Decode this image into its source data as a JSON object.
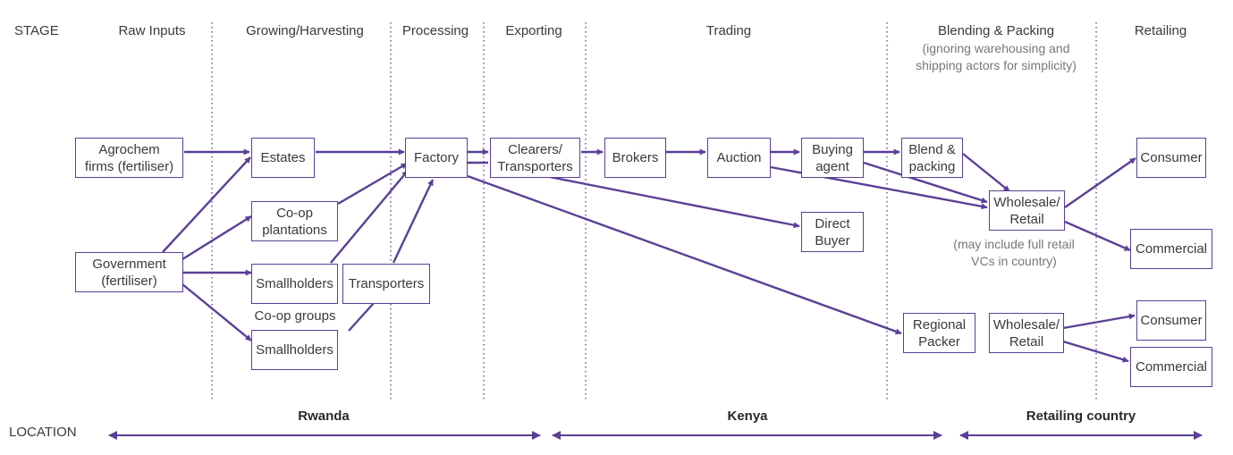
{
  "header": {
    "stage_label": "STAGE",
    "location_label": "LOCATION"
  },
  "stages": [
    "Raw Inputs",
    "Growing/Harvesting",
    "Processing",
    "Exporting",
    "Trading",
    "Blending & Packing",
    "Retailing"
  ],
  "notes": {
    "blending_note": "(ignoring warehousing and\nshipping actors for simplicity)",
    "retail_note": "(may include full retail\nVCs in country)",
    "coop_groups": "Co-op groups"
  },
  "boxes": {
    "agrochem": "Agrochem\nfirms (fertiliser)",
    "government": "Government\n(fertiliser)",
    "estates": "Estates",
    "coop_plantations": "Co-op\nplantations",
    "smallholders_1": "Smallholders",
    "smallholders_2": "Smallholders",
    "transporters": "Transporters",
    "factory": "Factory",
    "clearers": "Clearers/\nTransporters",
    "brokers": "Brokers",
    "auction": "Auction",
    "buying_agent": "Buying\nagent",
    "direct_buyer": "Direct\nBuyer",
    "blend_packing": "Blend &\npacking",
    "wholesale_1": "Wholesale/\nRetail",
    "regional_packer": "Regional\nPacker",
    "wholesale_2": "Wholesale/\nRetail",
    "consumer_1": "Consumer",
    "commercial_1": "Commercial",
    "consumer_2": "Consumer",
    "commercial_2": "Commercial"
  },
  "locations": [
    "Rwanda",
    "Kenya",
    "Retailing country"
  ],
  "colors": {
    "accent": "#5b3f96",
    "divider": "#5b3f96"
  }
}
